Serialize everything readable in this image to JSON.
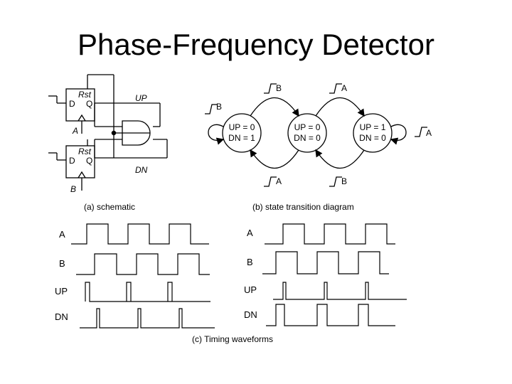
{
  "slide": {
    "title": "Phase-Frequency Detector"
  },
  "schematic": {
    "caption": "(a) schematic",
    "rst": "Rst",
    "d": "D",
    "q": "Q",
    "in_a": "A",
    "in_b": "B",
    "out_up": "UP",
    "out_dn": "DN"
  },
  "fsm": {
    "caption": "(b) state transition diagram",
    "states": [
      {
        "line1": "UP = 0",
        "line2": "DN = 1"
      },
      {
        "line1": "UP = 0",
        "line2": "DN = 0"
      },
      {
        "line1": "UP = 1",
        "line2": "DN = 0"
      }
    ],
    "edge_labels": {
      "a": "A",
      "b": "B"
    }
  },
  "timing": {
    "caption": "(c) Timing waveforms",
    "signals": [
      "A",
      "B",
      "UP",
      "DN"
    ]
  }
}
